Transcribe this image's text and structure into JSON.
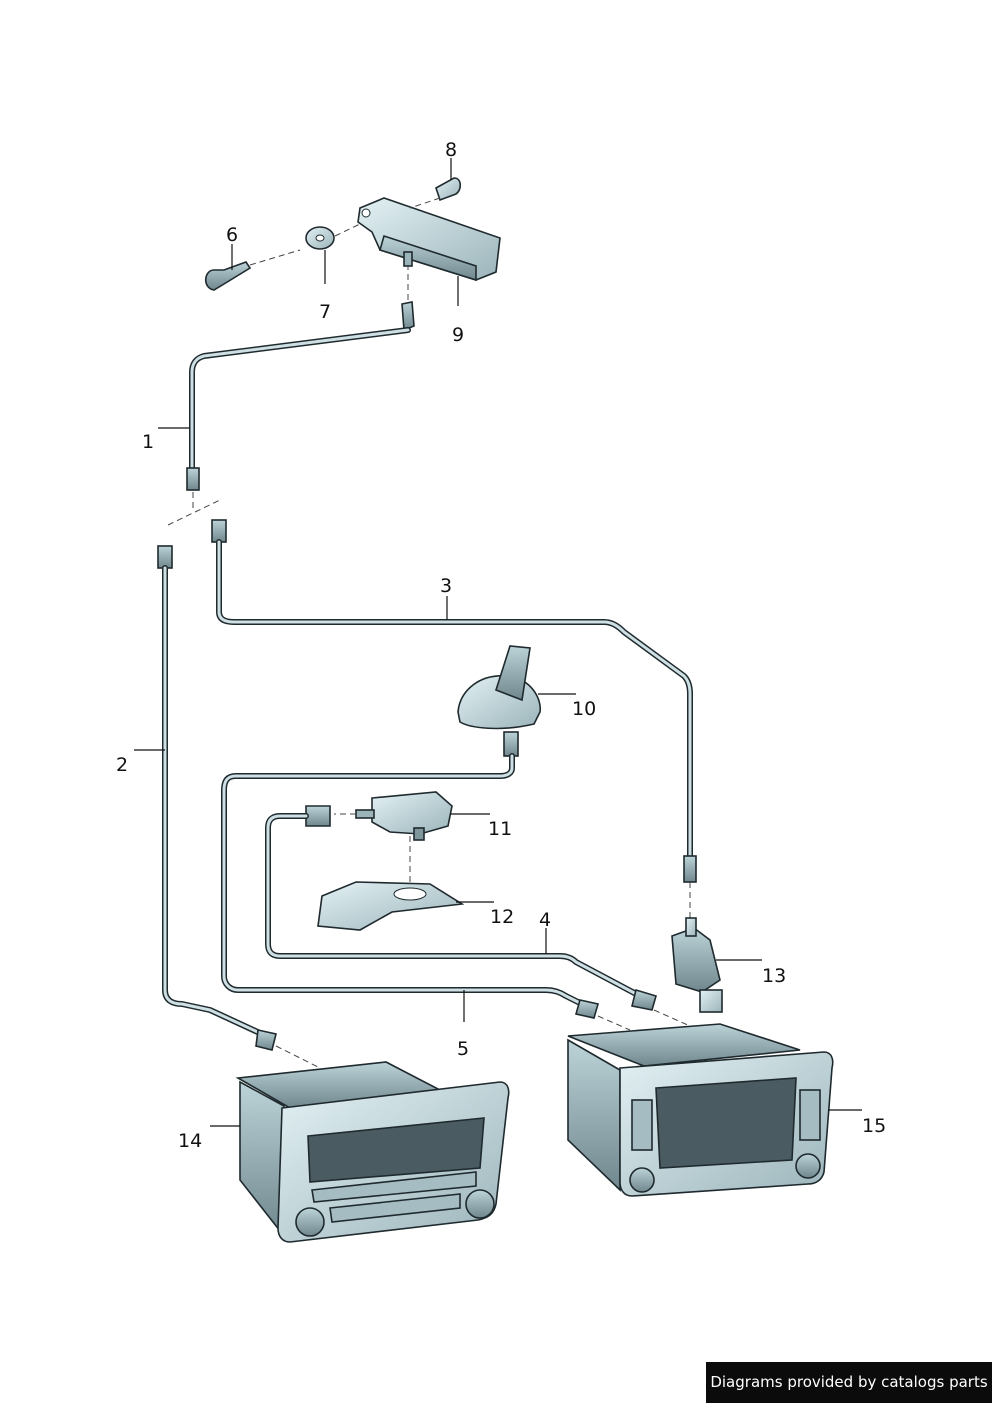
{
  "callouts": [
    "1",
    "2",
    "3",
    "4",
    "5",
    "6",
    "7",
    "8",
    "9",
    "10",
    "11",
    "12",
    "13",
    "14",
    "15"
  ],
  "credit": "Diagrams provided by catalogs parts",
  "colors": {
    "line": "#1f2a2e",
    "fill": "#c9dde2",
    "fill_dark": "#7f969c",
    "accent": "#dff0f3"
  }
}
